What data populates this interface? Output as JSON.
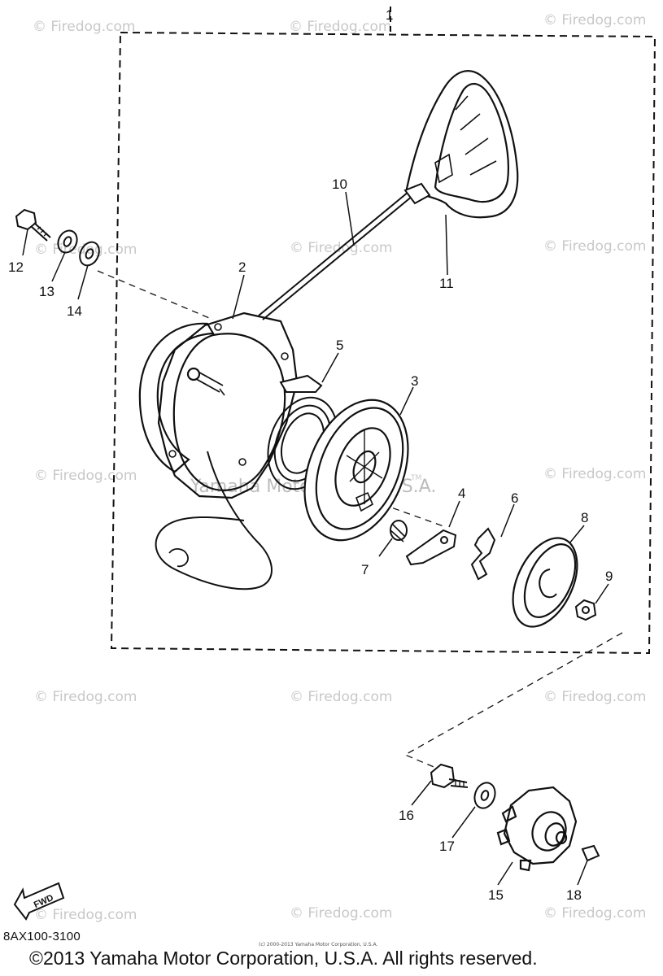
{
  "diagram": {
    "callouts": [
      {
        "id": "1",
        "label": "1"
      },
      {
        "id": "2",
        "label": "2"
      },
      {
        "id": "3",
        "label": "3"
      },
      {
        "id": "4",
        "label": "4"
      },
      {
        "id": "5",
        "label": "5"
      },
      {
        "id": "6",
        "label": "6"
      },
      {
        "id": "7",
        "label": "7"
      },
      {
        "id": "8",
        "label": "8"
      },
      {
        "id": "9",
        "label": "9"
      },
      {
        "id": "10",
        "label": "10"
      },
      {
        "id": "11",
        "label": "11"
      },
      {
        "id": "12",
        "label": "12"
      },
      {
        "id": "13",
        "label": "13"
      },
      {
        "id": "14",
        "label": "14"
      },
      {
        "id": "15",
        "label": "15"
      },
      {
        "id": "16",
        "label": "16"
      },
      {
        "id": "17",
        "label": "17"
      },
      {
        "id": "18",
        "label": "18"
      }
    ],
    "fwd_label": "FWD",
    "watermark": "© Firedog.com",
    "center_watermark": "Yamaha Motor Corp., U.S.A.",
    "tm_mark": "TM"
  },
  "footer": {
    "part_code": "8AX100-3100",
    "small_notice": "(c) 2000-2013 Yamaha Motor Corporation, U.S.A.",
    "copyright": "©2013 Yamaha Motor Corporation, U.S.A. All rights reserved."
  }
}
